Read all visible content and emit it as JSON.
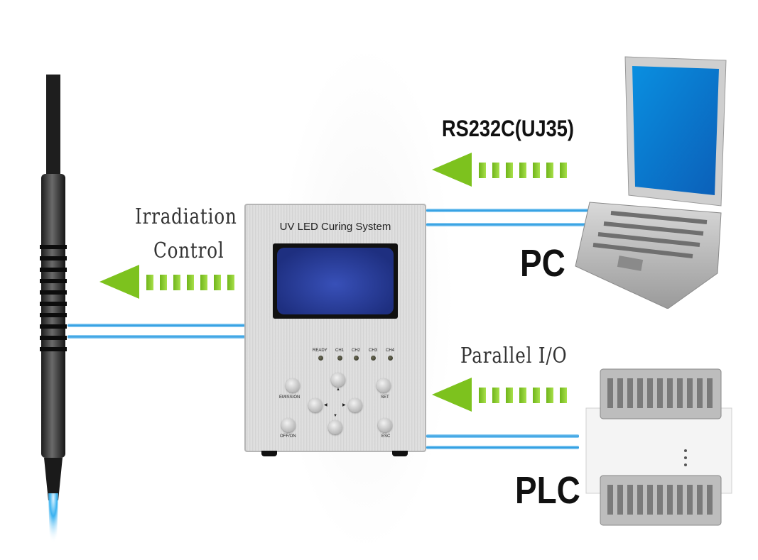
{
  "controller": {
    "title": "UV LED Curing System",
    "leds": [
      "READY",
      "CH1",
      "CH2",
      "CH3",
      "CH4"
    ],
    "buttons": {
      "emission": "EMISSION",
      "off_on": "OFF/ON",
      "set": "SET",
      "esc": "ESC"
    }
  },
  "labels": {
    "irradiation_line1": "Irradiation",
    "irradiation_line2": "Control",
    "rs232c": "RS232C(UJ35)",
    "parallel_io": "Parallel I/O",
    "pc": "PC",
    "plc": "PLC"
  },
  "colors": {
    "arrow": "#7dc21e",
    "cable": "#2a9be0",
    "screen": "#2b3f9e"
  }
}
